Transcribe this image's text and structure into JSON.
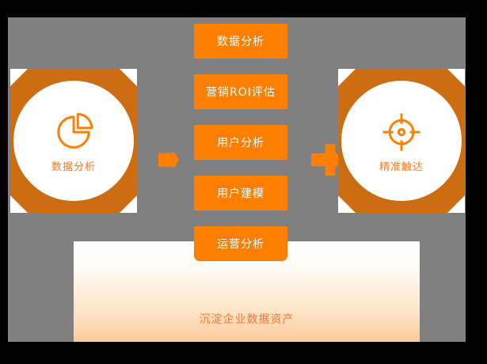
{
  "theme": {
    "background": "#000000",
    "stage_background": "#808080",
    "chip_orange": "#FF8000",
    "panel_orange": "#CC6D11",
    "caption_orange": "#FF7A1A",
    "footer_orange": "#FF7730",
    "disc_white": "#FFFFFF"
  },
  "left_panel": {
    "icon": "pie-chart-icon",
    "caption": "数据分析"
  },
  "right_panel": {
    "icon": "target-crosshair-icon",
    "caption": "精准触达"
  },
  "connectors": [
    {
      "name": "arrow-left-to-center",
      "icon": "arrow-right-icon"
    },
    {
      "name": "arrow-center-to-right",
      "icon": "arrow-right-plus-icon"
    }
  ],
  "chips": [
    {
      "label": "数据分析"
    },
    {
      "label": "营销ROI评估"
    },
    {
      "label": "用户分析"
    },
    {
      "label": "用户建模"
    },
    {
      "label": "运营分析"
    }
  ],
  "footer": {
    "text": "沉淀企业数据资产"
  }
}
